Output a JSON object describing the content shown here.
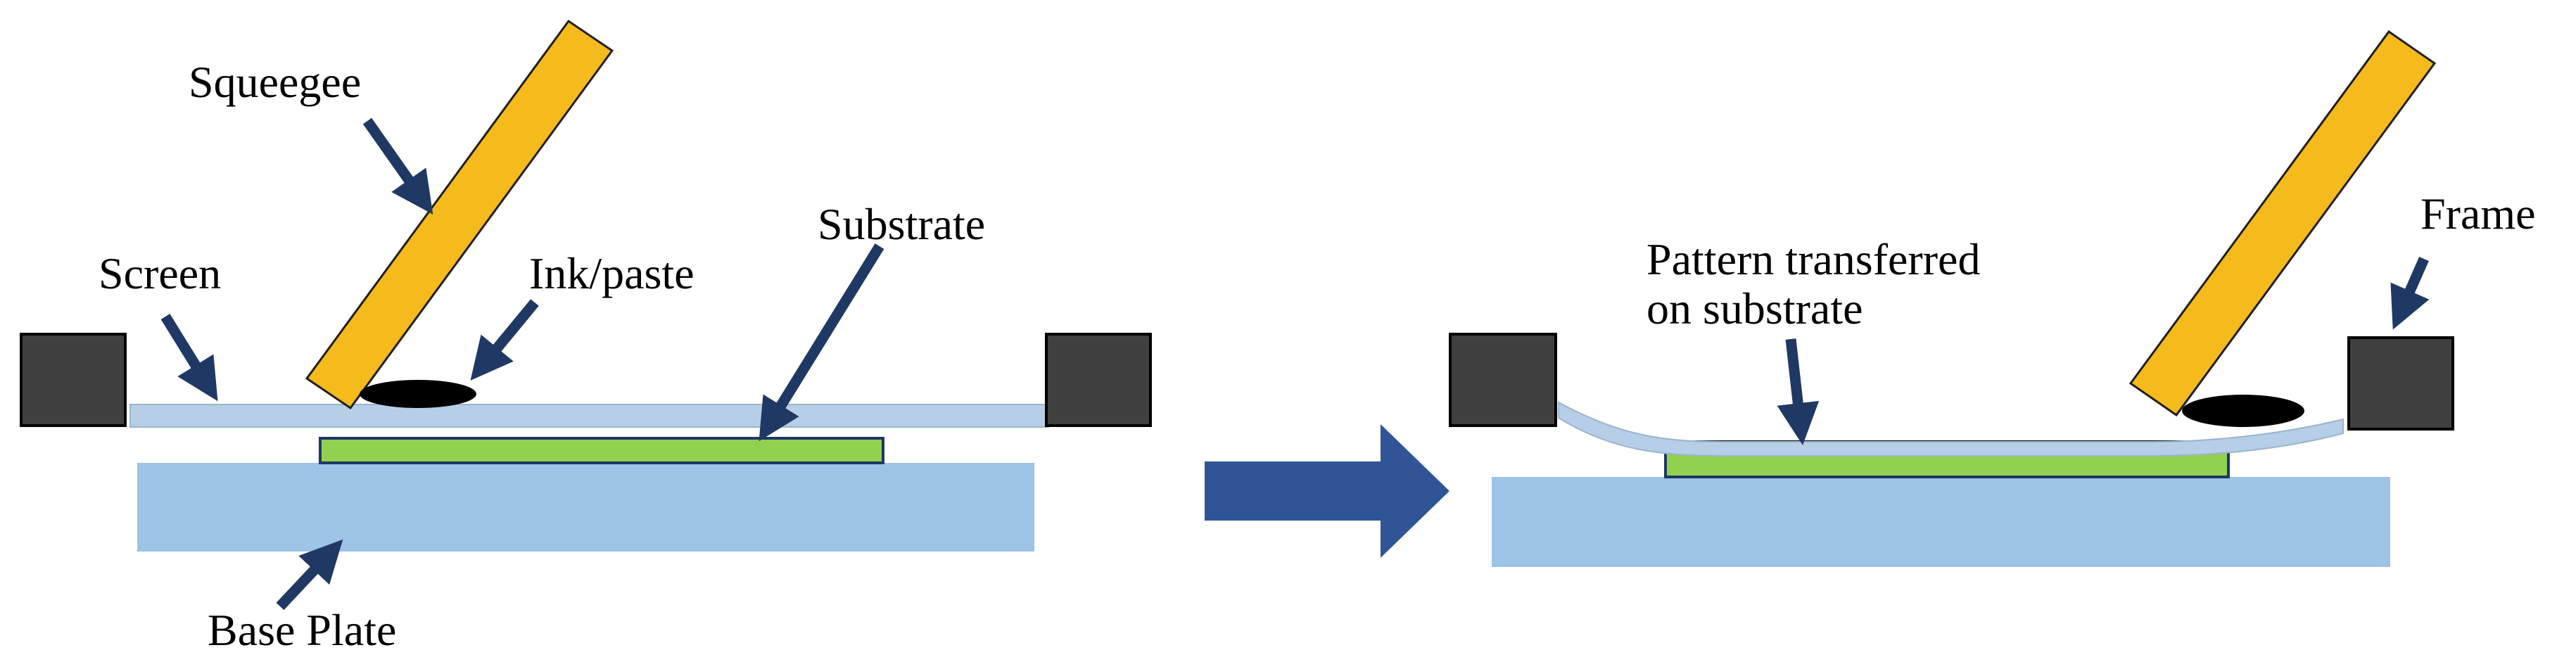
{
  "labels": {
    "squeegee": "Squeegee",
    "screen": "Screen",
    "ink_paste": "Ink/paste",
    "substrate": "Substrate",
    "base_plate": "Base Plate",
    "pattern_line1": "Pattern transferred",
    "pattern_line2": "on substrate",
    "frame": "Frame"
  },
  "colors": {
    "frame_block": "#404040",
    "squeegee": "#F5BA1B",
    "screen": "#B7CFE6",
    "substrate": "#92D050",
    "base_plate": "#9DC3E6",
    "ink": "#000000",
    "arrow": "#1F3864",
    "process_arrow": "#2F5597"
  }
}
